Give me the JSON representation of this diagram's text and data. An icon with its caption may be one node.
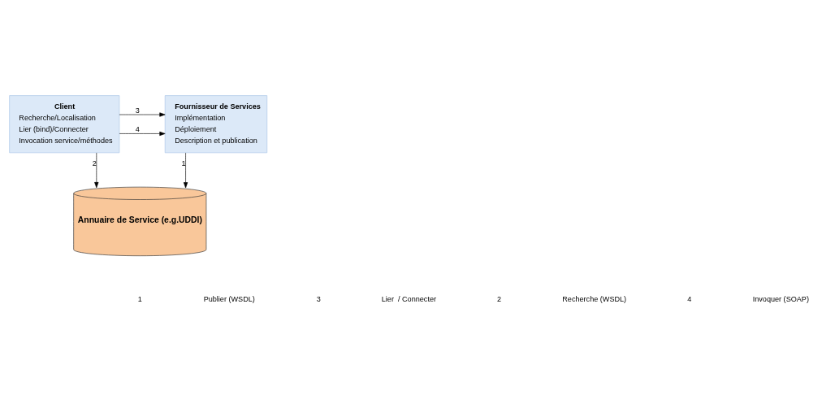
{
  "diagram": {
    "nodes": [
      {
        "text": [
          "Client",
          "Recherche/Localisation",
          "Lier (bind)/Connecter",
          "Invocation service/méthodes"
        ]
      },
      {
        "text": [
          "Fournisseur de Services",
          "Implémentation",
          "Déploiement",
          "Description et publication"
        ]
      },
      {
        "text": [
          "Annuaire de Service (e.g.UDDI)"
        ]
      }
    ],
    "edges": [
      {
        "from": 0,
        "to": 1,
        "arrow": "to",
        "label": "3"
      },
      {
        "from": 0,
        "to": 1,
        "arrow": "to",
        "label": "4"
      },
      {
        "from": 0,
        "to": 2,
        "arrow": "to",
        "label": "2"
      },
      {
        "from": 1,
        "to": 2,
        "arrow": "to",
        "label": "1"
      }
    ],
    "labels": [
      "1",
      "Publier (WSDL)",
      "3",
      "Lier  / Connecter",
      "2",
      "Recherche (WSDL)",
      "4",
      "Invoquer (SOAP)"
    ]
  }
}
